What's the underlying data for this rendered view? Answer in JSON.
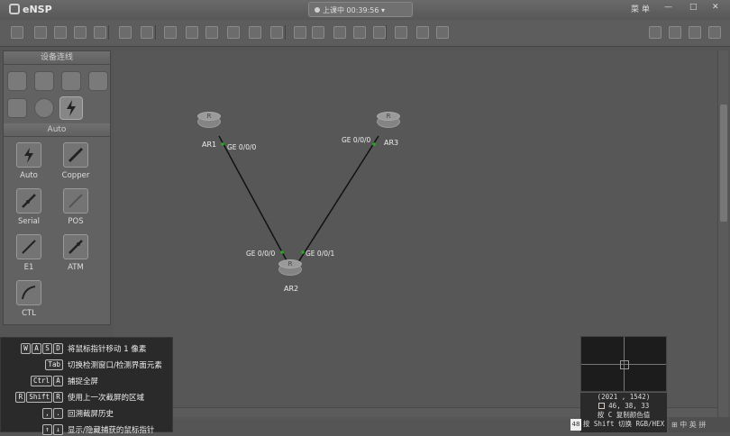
{
  "window": {
    "app_title": "eNSP",
    "status_text": "上课中 00:39:56",
    "win_controls": [
      "菜 单",
      "—",
      "□",
      "✕"
    ]
  },
  "toolbar": {
    "icons": [
      "new-topology-icon",
      "open-icon",
      "save-icon",
      "save-as-icon",
      "print-icon",
      "undo-icon",
      "redo-icon",
      "select-icon",
      "move-icon",
      "delete-icon",
      "clear-icon",
      "text-icon",
      "draw-icon",
      "start-all-icon",
      "stop-all-icon",
      "capture-icon",
      "cli-icon",
      "topology-icon",
      "console-icon",
      "settings-icon",
      "help-icon"
    ]
  },
  "sidebar": {
    "devices_header": "设备连线",
    "devices": [
      "router-category",
      "switch-category",
      "wireless-category",
      "firewall-category",
      "pc-category",
      "cloud-category",
      "cable-category"
    ],
    "cable_header": "Auto",
    "cables": [
      {
        "icon": "auto-cable-icon",
        "label": "Auto"
      },
      {
        "icon": "copper-cable-icon",
        "label": "Copper"
      },
      {
        "icon": "serial-cable-icon",
        "label": "Serial"
      },
      {
        "icon": "pos-cable-icon",
        "label": "POS"
      },
      {
        "icon": "e1-cable-icon",
        "label": "E1"
      },
      {
        "icon": "atm-cable-icon",
        "label": "ATM"
      },
      {
        "icon": "ctl-cable-icon",
        "label": "CTL"
      }
    ]
  },
  "topology": {
    "nodes": [
      {
        "id": "AR1",
        "label": "AR1",
        "icon_text": "R"
      },
      {
        "id": "AR3",
        "label": "AR3",
        "icon_text": "R"
      },
      {
        "id": "AR2",
        "label": "AR2",
        "icon_text": "R"
      }
    ],
    "ports": {
      "ar1_to_ar2": "GE 0/0/0",
      "ar3_to_ar2": "GE 0/0/0",
      "ar2_to_ar1": "GE 0/0/0",
      "ar2_to_ar3": "GE 0/0/1"
    }
  },
  "help_overlay": {
    "rows": [
      {
        "keys": [
          "W",
          "A",
          "S",
          "D"
        ],
        "text": "将鼠标指针移动 1 像素"
      },
      {
        "keys": [
          "Tab"
        ],
        "text": "切换检测窗口/检测界面元素"
      },
      {
        "keys": [
          "Ctrl",
          "A"
        ],
        "text": "捕捉全屏"
      },
      {
        "keys": [
          "R",
          "Shift",
          "R"
        ],
        "text": "使用上一次截屏的区域"
      },
      {
        "keys": [
          ",",
          "."
        ],
        "text": "回溯截屏历史"
      },
      {
        "keys": [
          "↑",
          "↓"
        ],
        "text": "显示/隐藏捕获的鼠标指针"
      }
    ]
  },
  "color_picker": {
    "coords": "(2021 , 1542)",
    "rgb": "46,  38,  33",
    "hint1": "按 C 复制颜色值",
    "hint2": "按 Shift 切换 RGB/HEX",
    "zoom": "48",
    "swatch_color": "#2e2621"
  },
  "taskbar": {
    "text": "⊞ 中 英 拼"
  }
}
